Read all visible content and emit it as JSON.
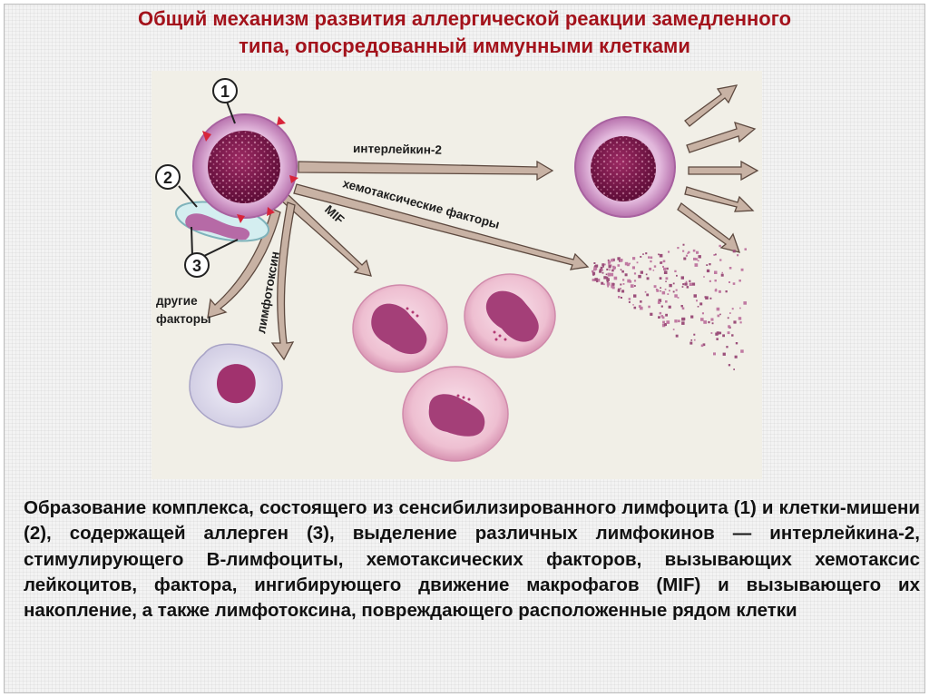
{
  "title": {
    "line1": "Общий механизм развития аллергической реакции замедленного",
    "line2": "типа, опосредованный иммунными клетками"
  },
  "diagram": {
    "markers": [
      "1",
      "2",
      "3"
    ],
    "labels": {
      "interleukin": "интерлейкин-2",
      "chemotactic": "хемотаксические факторы",
      "mif": "MIF",
      "lymphotoxin": "лимфотоксин",
      "other_line1": "другие",
      "other_line2": "факторы"
    }
  },
  "caption": "Образование комплекса, состоящего из сенсибилизированного лимфоцита (1) и клетки-мишени (2), содержащей аллерген (3), выделение различных лимфокинов — интерлейкина-2, стимулирующего В-лимфоциты, хемотаксических факторов, вызывающих хемотаксис лейкоцитов, фактора, ингибирующего движение макрофагов (MIF) и вызывающего их накопление, а также лимфотоксина, повреждающего расположенные рядом клетки",
  "colors": {
    "title": "#a3121b",
    "arrow_fill": "#c8b2a4",
    "arrow_stroke": "#5e4a40",
    "cell_membrane": "#c98fc4",
    "nucleus": "#7a1649",
    "neutrophil": "#e9b9cc"
  }
}
